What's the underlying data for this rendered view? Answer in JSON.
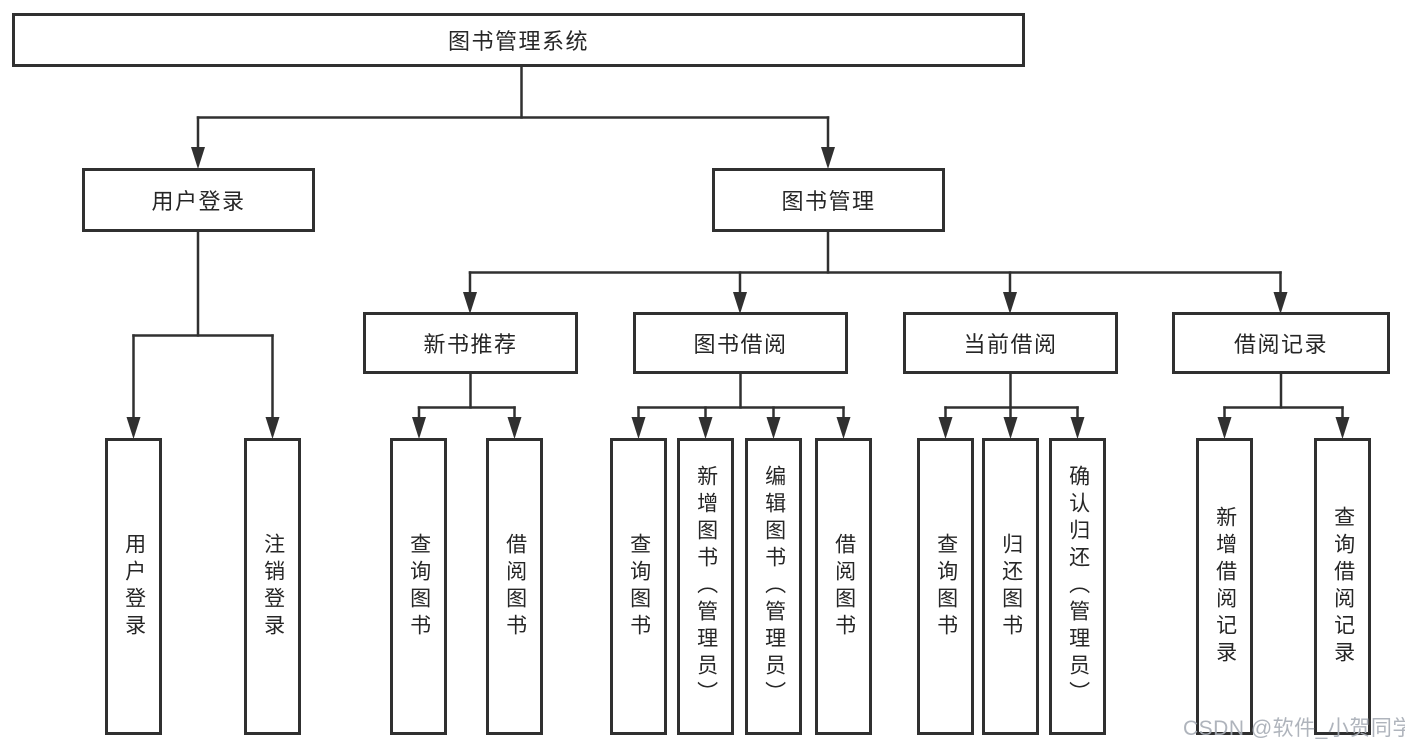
{
  "tree": {
    "root": {
      "label": "图书管理系统",
      "children": [
        {
          "label": "用户登录",
          "children": [
            {
              "label": "用户登录"
            },
            {
              "label": "注销登录"
            }
          ]
        },
        {
          "label": "图书管理",
          "children": [
            {
              "label": "新书推荐",
              "children": [
                {
                  "label": "查询图书"
                },
                {
                  "label": "借阅图书"
                }
              ]
            },
            {
              "label": "图书借阅",
              "children": [
                {
                  "label": "查询图书"
                },
                {
                  "label": "新增图书（管理员）"
                },
                {
                  "label": "编辑图书（管理员）"
                },
                {
                  "label": "借阅图书"
                }
              ]
            },
            {
              "label": "当前借阅",
              "children": [
                {
                  "label": "查询图书"
                },
                {
                  "label": "归还图书"
                },
                {
                  "label": "确认归还（管理员）"
                }
              ]
            },
            {
              "label": "借阅记录",
              "children": [
                {
                  "label": "新增借阅记录"
                },
                {
                  "label": "查询借阅记录"
                }
              ]
            }
          ]
        }
      ]
    }
  },
  "line_color": "#303030",
  "watermark": "CSDN @软件_小贺同学"
}
